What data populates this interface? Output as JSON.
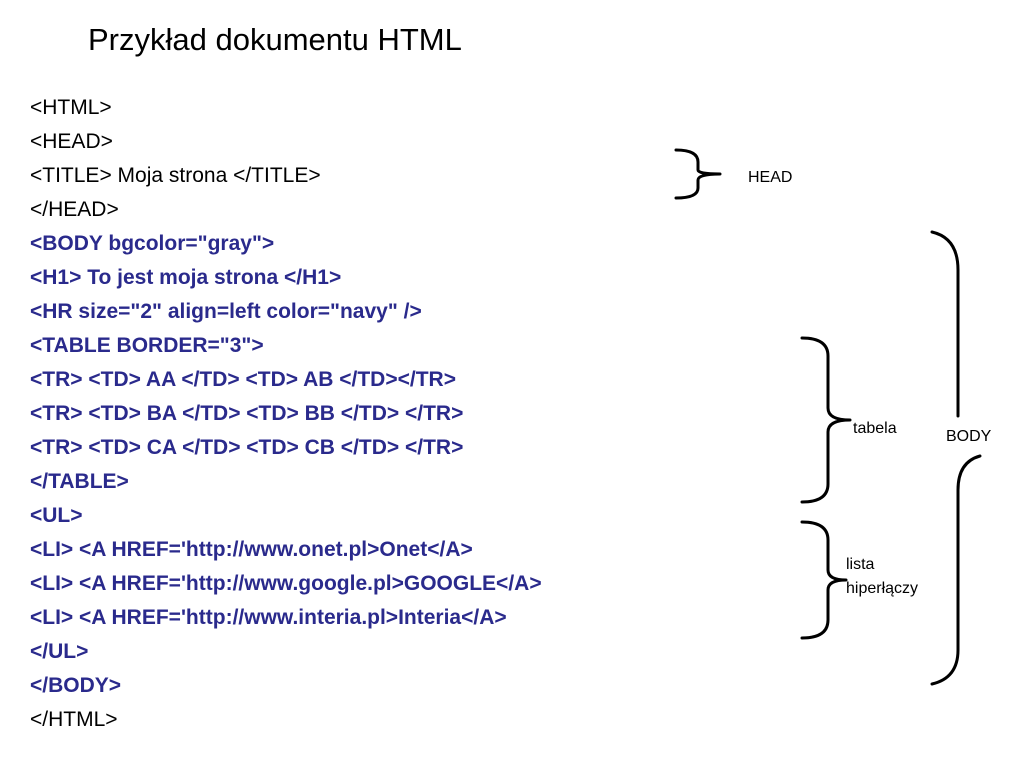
{
  "title": "Przykład dokumentu HTML",
  "code_lines": [
    "<HTML>",
    "<HEAD>",
    "<TITLE> Moja strona </TITLE>",
    "</HEAD>",
    "<BODY bgcolor=\"gray\">",
    "<H1> To jest moja strona </H1>",
    "<HR size=\"2\" align=left color=\"navy\" />",
    "<TABLE BORDER=\"3\">",
    "<TR> <TD> AA </TD> <TD> AB </TD></TR>",
    "<TR> <TD> BA </TD> <TD> BB </TD> </TR>",
    "<TR> <TD> CA </TD> <TD> CB </TD> </TR>",
    "</TABLE>",
    "<UL>",
    "<LI> <A HREF='http://www.onet.pl>Onet</A>",
    "<LI> <A HREF='http://www.google.pl>GOOGLE</A>",
    "<LI> <A HREF='http://www.interia.pl>Interia</A>",
    "</UL>",
    "</BODY>",
    "</HTML>"
  ],
  "annotations": {
    "head": "HEAD",
    "tabela": "tabela",
    "lista_line1": "lista",
    "lista_line2": "hiperłączy",
    "body": "BODY"
  },
  "colors": {
    "body_code": "#2a2a8c",
    "plain_code": "#000000"
  }
}
